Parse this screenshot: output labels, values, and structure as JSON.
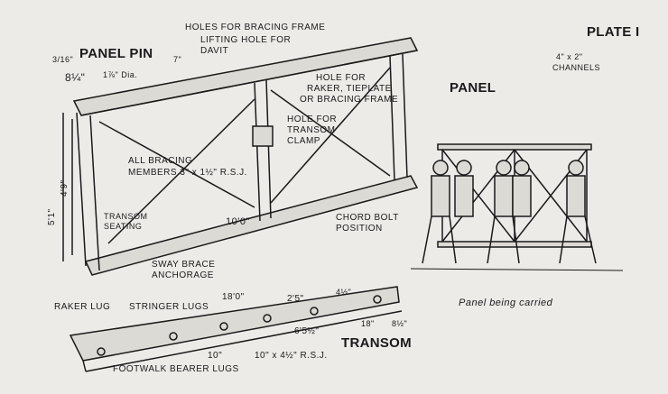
{
  "plate": "PLATE I",
  "panel_pin": {
    "title": "PANEL PIN",
    "head": "3/16\"",
    "length": "8¼\"",
    "dia": "1⅞\" Dia.",
    "spacing": "7\""
  },
  "panel": {
    "title": "PANEL",
    "holes_bracing": "HOLES FOR BRACING FRAME",
    "lifting_1": "LIFTING HOLE FOR",
    "lifting_2": "DAVIT",
    "channels_1": "4\" x 2\"",
    "channels_2": "CHANNELS",
    "raker_1": "HOLE FOR",
    "raker_2": "RAKER, TIEPLATE",
    "raker_3": "OR BRACING FRAME",
    "transom_clamp_1": "HOLE FOR",
    "transom_clamp_2": "TRANSOM",
    "transom_clamp_3": "CLAMP",
    "bracing_1": "ALL BRACING",
    "bracing_2": "MEMBERS 3\" x 1½\" R.S.J.",
    "height_outer": "5'1\"",
    "height_inner": "4'9\"",
    "seating_1": "TRANSOM",
    "seating_2": "SEATING",
    "length": "10'0\"",
    "chord_1": "CHORD BOLT",
    "chord_2": "POSITION",
    "sway_1": "SWAY BRACE",
    "sway_2": "ANCHORAGE"
  },
  "carried_caption": "Panel being carried",
  "transom": {
    "title": "TRANSOM",
    "raker_lug": "RAKER LUG",
    "stringer_lugs": "STRINGER LUGS",
    "length": "18'0\"",
    "spacing_1": "2'5\"",
    "spacing_2": "4½\"",
    "end_1": "18\"",
    "end_2": "8½\"",
    "mid": "6'5½\"",
    "depth": "10\"",
    "section": "10\" x 4½\" R.S.J.",
    "footwalk": "FOOTWALK BEARER LUGS"
  }
}
